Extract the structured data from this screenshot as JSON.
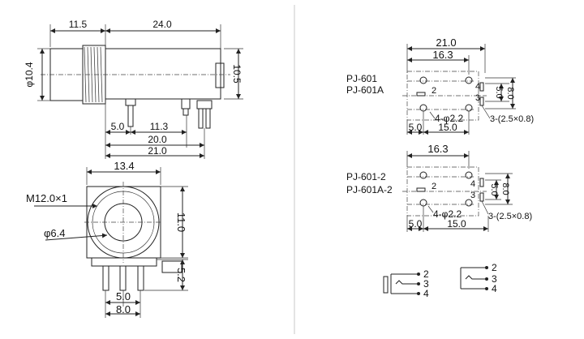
{
  "side_view": {
    "dim_body_left": "11.5",
    "dim_body_right": "24.0",
    "dim_dia_left": "φ10.4",
    "dim_height_right": "10.5",
    "dim_pin1": "5.0",
    "dim_pin2": "11.3",
    "dim_pin3": "20.0",
    "dim_total": "21.0"
  },
  "front_view": {
    "dim_width": "13.4",
    "thread": "M12.0×1",
    "hole": "φ6.4",
    "dim_height": "11.0",
    "dim_pin_height": "5.2",
    "dim_pin_a": "5.0",
    "dim_pin_b": "8.0"
  },
  "footprint_top": {
    "models": [
      "PJ-601",
      "PJ-601A"
    ],
    "dim_total": "21.0",
    "dim_mid": "16.3",
    "dim_left": "5.0",
    "dim_bottom": "15.0",
    "dim_v1": "5.0",
    "dim_v2": "8.0",
    "hole_spec": "4-φ2.2",
    "slot_spec": "3-(2.5×0.8)",
    "pin_2": "2",
    "pin_3": "3",
    "pin_4": "4"
  },
  "footprint_bottom": {
    "models": [
      "PJ-601-2",
      "PJ-601A-2"
    ],
    "dim_mid": "16.3",
    "dim_left": "5.0",
    "dim_bottom": "15.0",
    "dim_v1": "5.0",
    "dim_v2": "8.0",
    "hole_spec": "4-φ2.2",
    "slot_spec": "3-(2.5×0.8)",
    "pin_2": "2",
    "pin_3": "3",
    "pin_4": "4"
  },
  "schematic": {
    "left": [
      "2",
      "3",
      "4"
    ],
    "right": [
      "2",
      "3",
      "4"
    ]
  }
}
